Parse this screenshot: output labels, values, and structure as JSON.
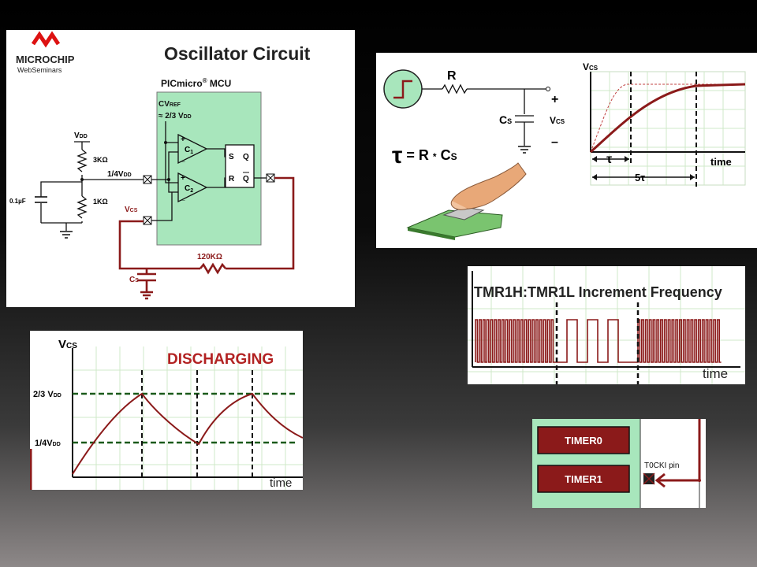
{
  "oscillator": {
    "logo_name": "MICROCHIP",
    "logo_sub": "WebSeminars",
    "title": "Oscillator Circuit",
    "mcu_label": "PICmicro",
    "mcu_reg": "®",
    "mcu_suffix": " MCU",
    "cvref": "CV",
    "cvref_sub": "REF",
    "cvref_value": "≈ 2/3 V",
    "cvref_value_sub": "DD",
    "vdd": "V",
    "vdd_sub": "DD",
    "r_top": "3KΩ",
    "r_bottom": "1KΩ",
    "cap": "0.1µF",
    "quarter_vdd": "1/4V",
    "quarter_vdd_sub": "DD",
    "vcs": "V",
    "vcs_sub": "CS",
    "c1": "C",
    "c1_sub": "1",
    "c2": "C",
    "c2_sub": "2",
    "s": "S",
    "r": "R",
    "q": "Q",
    "qbar": "Q",
    "r_feedback": "120KΩ",
    "cs": "C",
    "cs_sub": "S",
    "plus": "+",
    "minus": "_"
  },
  "rc_panel": {
    "r_label": "R",
    "cs_label": "C",
    "cs_sub": "S",
    "plus": "+",
    "minus": "–",
    "vcs": "V",
    "vcs_sub": "CS",
    "formula_tau": "τ",
    "formula_eq": " = R ",
    "formula_star": "*",
    "formula_c": " C",
    "formula_s": "S",
    "graph_y": "V",
    "graph_y_sub": "CS",
    "graph_x": "time",
    "tau_marker": "τ",
    "five_tau": "5τ"
  },
  "discharging": {
    "y_label": "V",
    "y_sub": "CS",
    "title": "DISCHARGING",
    "level_high": "2/3 V",
    "level_high_sub": "DD",
    "level_low": "1/4V",
    "level_low_sub": "DD",
    "x_label": "time"
  },
  "tmr_panel": {
    "title": "TMR1H:TMR1L Increment Frequency",
    "x_label": "time"
  },
  "timer_panel": {
    "timer0": "TIMER0",
    "timer1": "TIMER1",
    "pin_label": "T0CKI pin"
  },
  "colors": {
    "circuit_red": "#8b1a1a",
    "mcu_green": "#a8e6bc",
    "grid_green": "#cfe8c8",
    "background": "#000000"
  }
}
